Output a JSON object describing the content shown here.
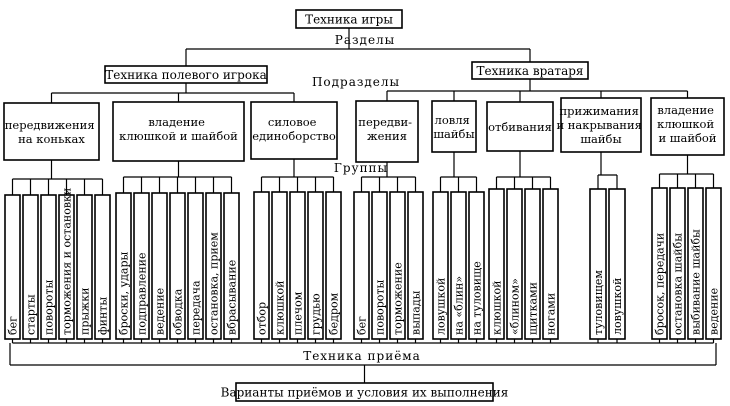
{
  "title": "Техника игры",
  "level_sections": "Разделы",
  "level_subsections": "Подразделы",
  "level_groups": "Группы",
  "bottom_label": "Техника приёма",
  "footer": "Варианты приёмов и условия их выполнения",
  "sections": [
    {
      "label": "Техника полевого игрока",
      "subsections": [
        {
          "lines": [
            "передвижения",
            "на коньках"
          ],
          "groups": [
            "бег",
            "старты",
            "повороты",
            "торможения и остановки",
            "прыжки",
            "финты"
          ]
        },
        {
          "lines": [
            "владение",
            "клюшкой и шайбой"
          ],
          "groups": [
            "броски, удары",
            "подправление",
            "ведение",
            "обводка",
            "передача",
            "остановка, прием",
            "вбрасывание"
          ]
        },
        {
          "lines": [
            "силовое",
            "единоборство"
          ],
          "groups": [
            "отбор",
            "клюшкой",
            "плечом",
            "грудью",
            "бедром"
          ]
        }
      ]
    },
    {
      "label": "Техника вратаря",
      "subsections": [
        {
          "lines": [
            "передви-",
            "жения"
          ],
          "groups": [
            "бег",
            "повороты",
            "торможение",
            "выпады"
          ]
        },
        {
          "lines": [
            "ловля",
            "шайбы"
          ],
          "groups": [
            "ловушкой",
            "на «блин»",
            "на туловище"
          ]
        },
        {
          "lines": [
            "отбивания"
          ],
          "groups": [
            "клюшкой",
            "«блином»",
            "щитками",
            "ногами"
          ]
        },
        {
          "lines": [
            "прижимания",
            "и накрывания",
            "шайбы"
          ],
          "groups": [
            "туловищем",
            "ловушкой"
          ]
        },
        {
          "lines": [
            "владение",
            "клюшкой",
            "и шайбой"
          ],
          "groups": [
            "бросок, передачи",
            "остановка шайбы",
            "выбивание шайбы",
            "ведение"
          ]
        }
      ]
    }
  ]
}
